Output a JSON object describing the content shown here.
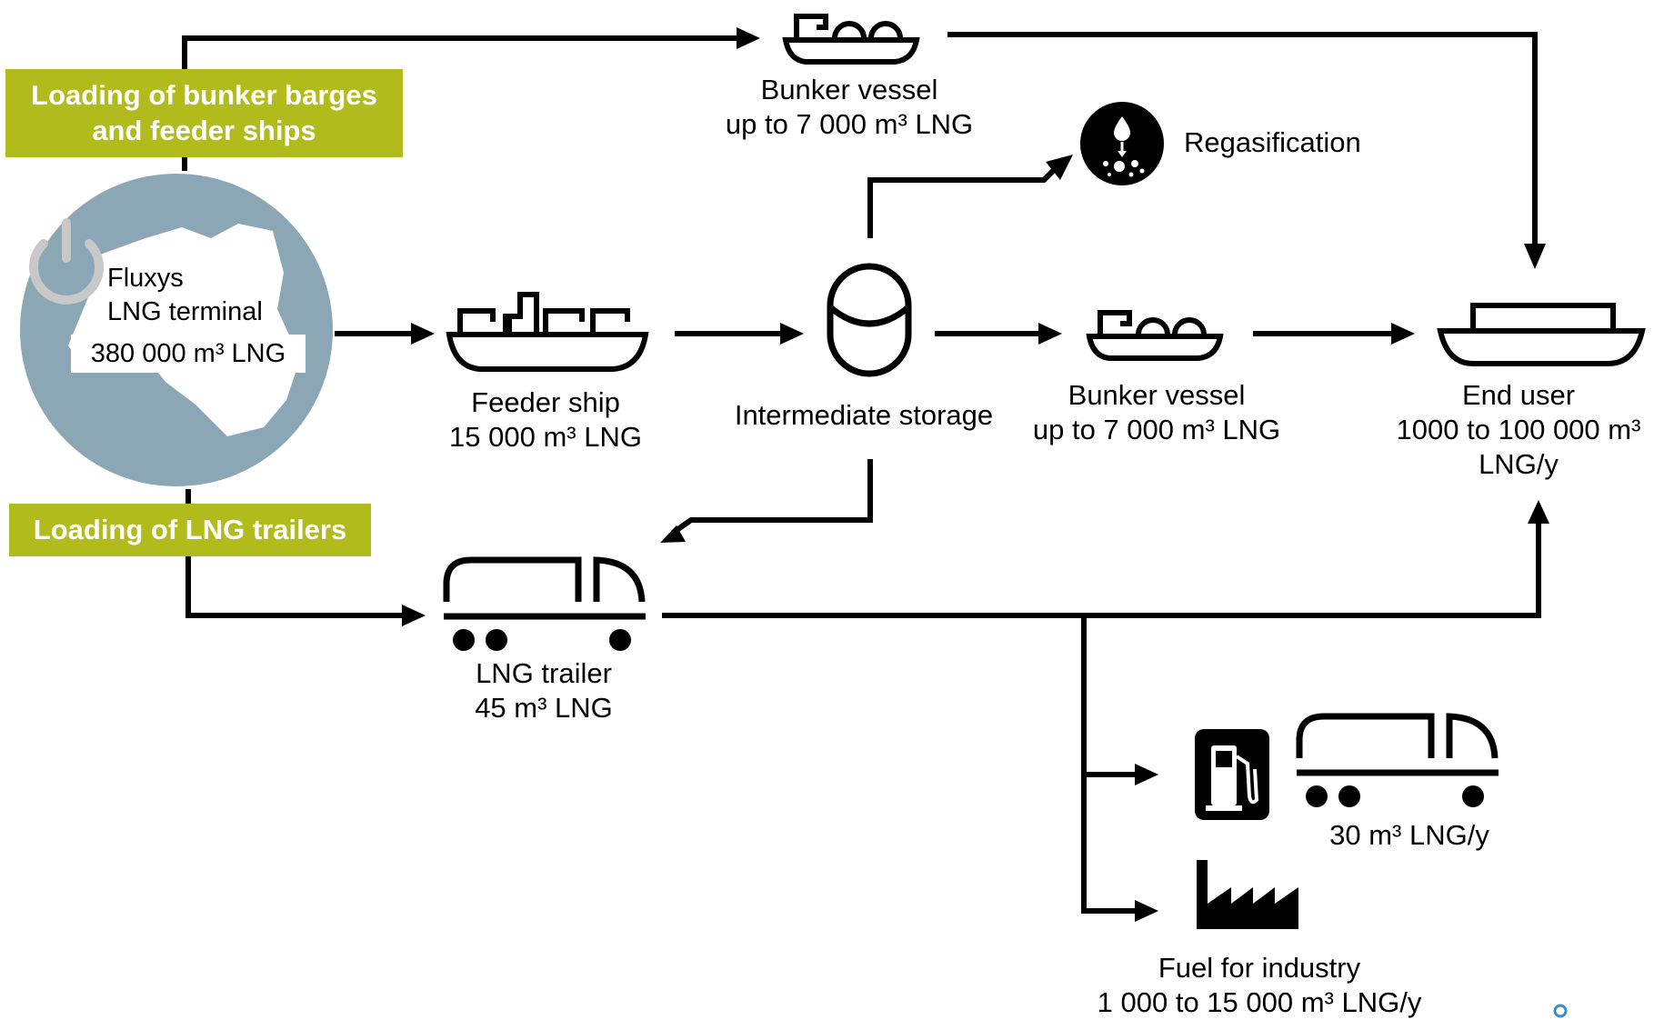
{
  "colors": {
    "banner_bg": "#b2bb1c",
    "globe": "#8ba7b5",
    "lines": "#000000",
    "power_icon": "#c8c8c8"
  },
  "banners": {
    "top_line1": "Loading of bunker barges",
    "top_line2": "and feeder ships",
    "bottom": "Loading of LNG trailers"
  },
  "terminal": {
    "name": "Fluxys",
    "type": "LNG terminal",
    "capacity": "380 000 m³ LNG",
    "icon": "power-icon"
  },
  "nodes": {
    "bunker_top": {
      "title": "Bunker vessel",
      "capacity": "up to 7 000 m³ LNG",
      "icon": "bunker-vessel-icon"
    },
    "regas": {
      "title": "Regasification",
      "icon": "regasification-icon"
    },
    "feeder": {
      "title": "Feeder ship",
      "capacity": "15 000 m³ LNG",
      "icon": "feeder-ship-icon"
    },
    "storage": {
      "title": "Intermediate storage",
      "icon": "storage-tank-icon"
    },
    "bunker_mid": {
      "title": "Bunker vessel",
      "capacity": "up to 7 000 m³ LNG",
      "icon": "bunker-vessel-icon"
    },
    "end_user": {
      "title": "End user",
      "capacity_line1": "1000  to 100 000 m³",
      "capacity_line2": "LNG/y",
      "icon": "ship-icon"
    },
    "trailer": {
      "title": "LNG trailer",
      "capacity": "45 m³ LNG",
      "icon": "truck-icon"
    },
    "fuel_station": {
      "capacity": "30 m³ LNG/y",
      "icon": "fuel-pump-icon",
      "icon2": "truck-icon"
    },
    "industry": {
      "title": "Fuel for industry",
      "capacity": "1 000 to 15 000 m³ LNG/y",
      "icon": "factory-icon"
    }
  },
  "edges": [
    {
      "from": "terminal",
      "to": "bunker_top"
    },
    {
      "from": "bunker_top",
      "to": "end_user"
    },
    {
      "from": "terminal",
      "to": "feeder"
    },
    {
      "from": "feeder",
      "to": "storage"
    },
    {
      "from": "storage",
      "to": "regas"
    },
    {
      "from": "storage",
      "to": "bunker_mid"
    },
    {
      "from": "bunker_mid",
      "to": "end_user"
    },
    {
      "from": "storage",
      "to": "trailer"
    },
    {
      "from": "terminal",
      "to": "trailer"
    },
    {
      "from": "trailer",
      "to": "end_user"
    },
    {
      "from": "trailer",
      "to": "fuel_station"
    },
    {
      "from": "trailer",
      "to": "industry"
    }
  ]
}
